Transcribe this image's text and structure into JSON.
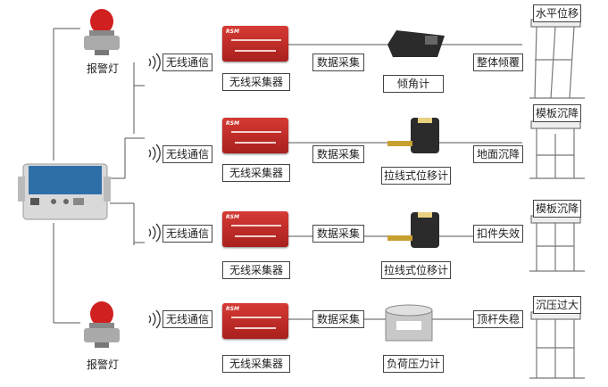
{
  "hub": {
    "title": "",
    "subtitle": ""
  },
  "rows": [
    {
      "left_device": "报警灯",
      "wireless_tag": "无线通信",
      "collector": "无线采集器",
      "link": "数据采集",
      "sensor": "倾角计",
      "effect": "整体倾覆",
      "structure_label": "水平位移"
    },
    {
      "left_device": "",
      "wireless_tag": "无线通信",
      "collector": "无线采集器",
      "link": "数据采集",
      "sensor": "拉线式位移计",
      "effect": "地面沉降",
      "structure_label": "模板沉降"
    },
    {
      "left_device": "",
      "wireless_tag": "无线通信",
      "collector": "无线采集器",
      "link": "数据采集",
      "sensor": "拉线式位移计",
      "effect": "扣件失效",
      "structure_label": "模板沉降"
    },
    {
      "left_device": "报警灯",
      "wireless_tag": "无线通信",
      "collector": "无线采集器",
      "link": "数据采集",
      "sensor": "负荷压力计",
      "effect": "顶杆失稳",
      "structure_label": "沉压过大"
    }
  ],
  "colors": {
    "line": "#555555",
    "collector": "#c0302b",
    "lamp_red": "#d02020",
    "box": "#dcdcdc"
  }
}
